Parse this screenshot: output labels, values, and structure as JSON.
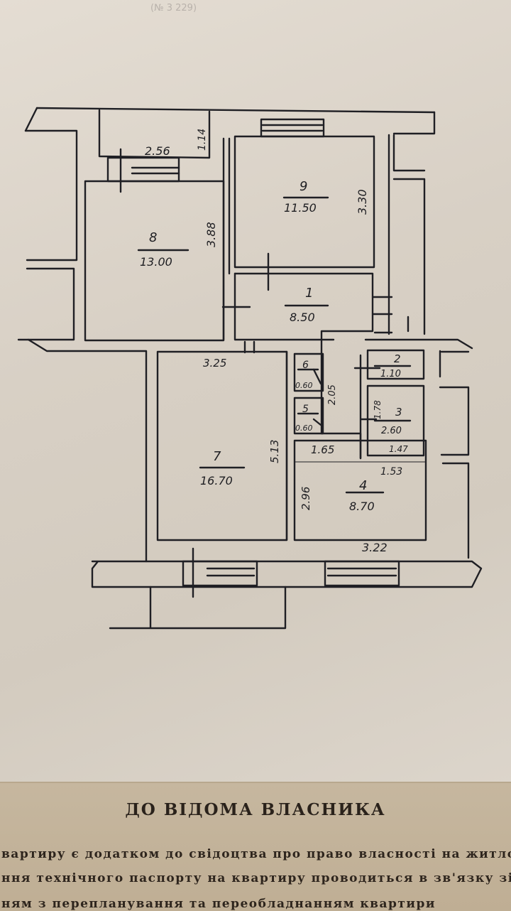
{
  "header_stamp": "(№ 3 229)",
  "rooms": [
    {
      "id": "room-1",
      "number": "1",
      "area": "8.50"
    },
    {
      "id": "room-2",
      "number": "2",
      "area": "1.10"
    },
    {
      "id": "room-3",
      "number": "3",
      "area": "2.60"
    },
    {
      "id": "room-4",
      "number": "4",
      "area": "8.70"
    },
    {
      "id": "room-5",
      "number": "5",
      "area": "0.60"
    },
    {
      "id": "room-6",
      "number": "6",
      "area": "0.60"
    },
    {
      "id": "room-7",
      "number": "7",
      "area": "16.70"
    },
    {
      "id": "room-8",
      "number": "8",
      "area": "13.00"
    },
    {
      "id": "room-9",
      "number": "9",
      "area": "11.50"
    }
  ],
  "dimensions": {
    "balcony_top_width": "2.56",
    "balcony_top_depth": "1.14",
    "room_8_depth": "3.88",
    "room_9_depth": "3.30",
    "room_7_width": "3.25",
    "room_7_depth": "5.13",
    "closet_depth": "2.05",
    "room_3_depth": "1.78",
    "room_3_width": "1.47",
    "room_4_top": "1.65",
    "room_4_right_top": "1.53",
    "room_4_depth": "2.96",
    "room_4_width": "3.22"
  },
  "notice": {
    "title": "ДО ВІДОМА ВЛАСНИКА",
    "line1": "вартиру є додатком до свідоцтва про право власності на житло",
    "line2": "ння технічного паспорту на квартиру проводиться в зв'язку зі",
    "line3": "ням з перепланування та переобладнанням квартири"
  }
}
